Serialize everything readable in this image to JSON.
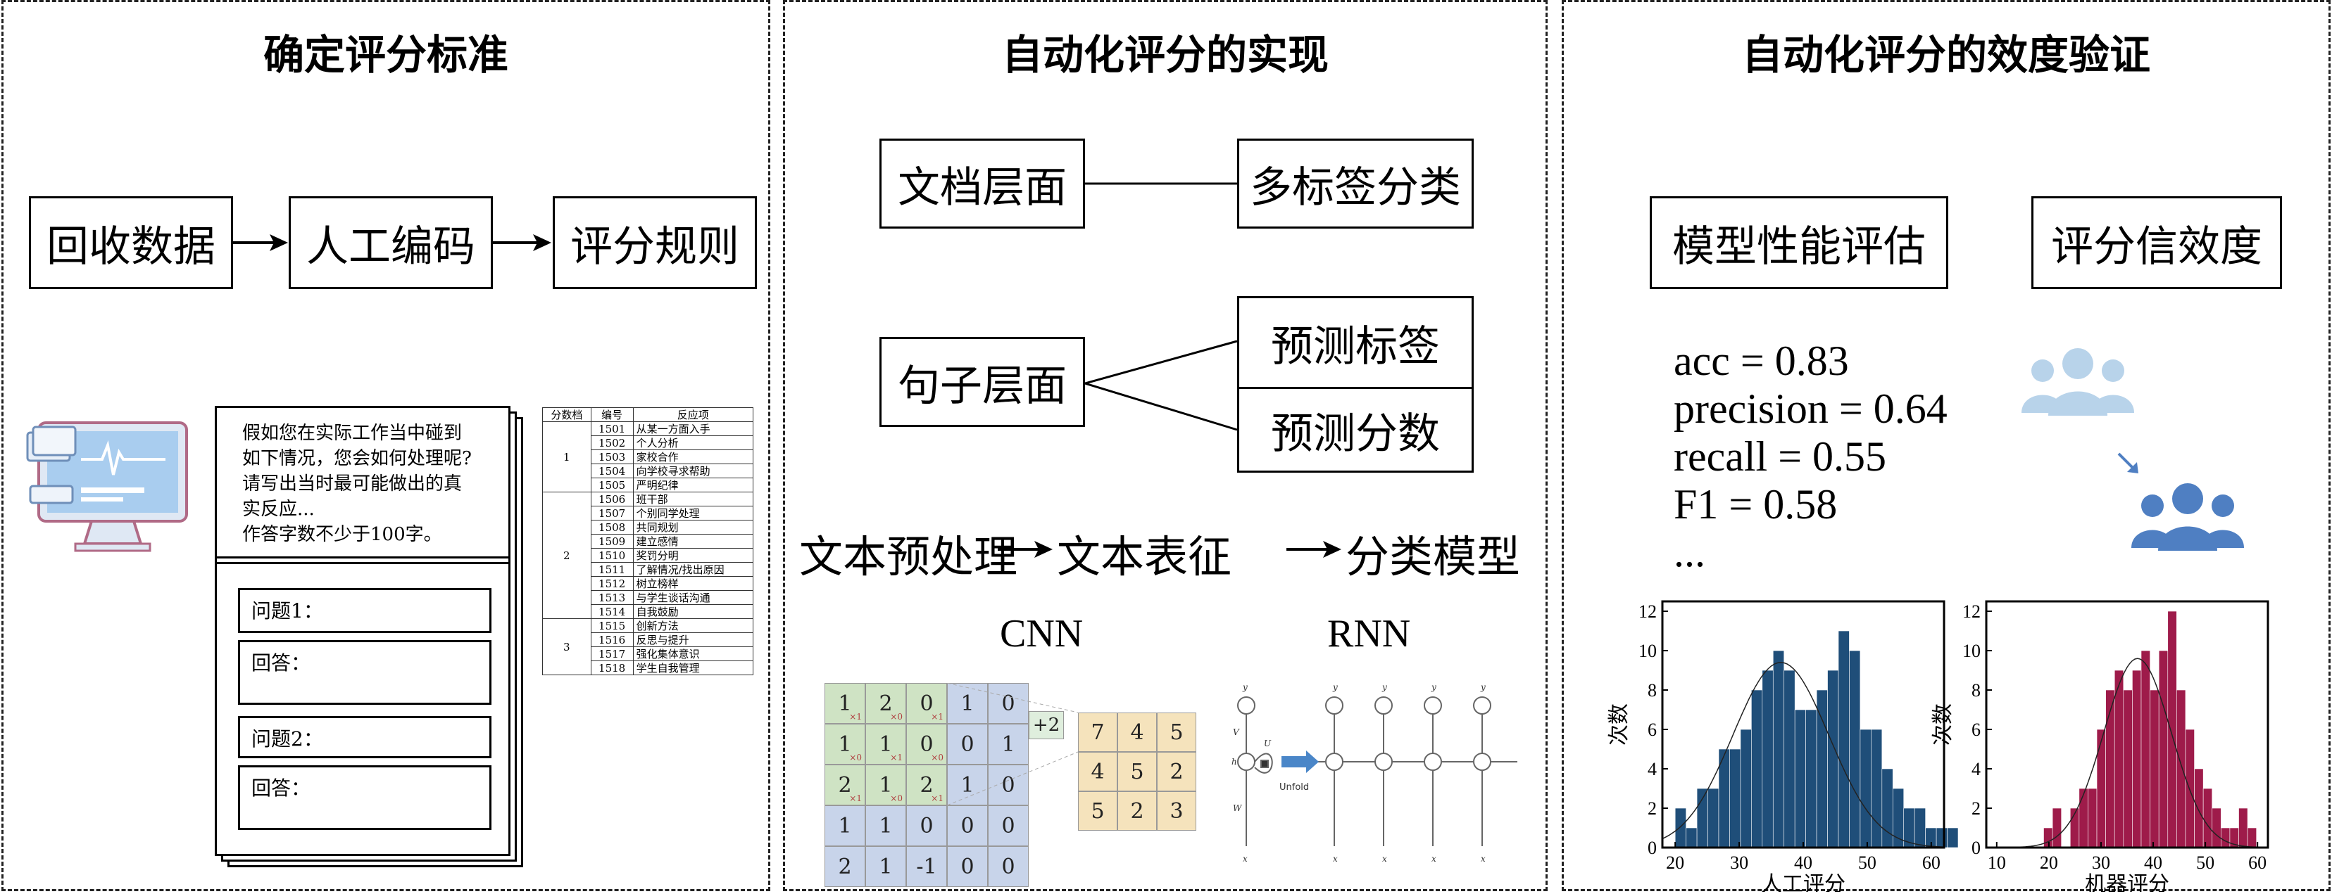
{
  "panels": [
    {
      "title": "确定评分标准",
      "flow": [
        "回收数据",
        "人工编码",
        "评分规则"
      ],
      "questionnaire": {
        "prompt_lines": [
          "假如您在实际工作当中碰到",
          "如下情况，您会如何处理呢?",
          "请写出当时最可能做出的真",
          "实反应...",
          "作答字数不少于100字。"
        ],
        "items": [
          {
            "question": "问题1：",
            "answer": "回答："
          },
          {
            "question": "问题2：",
            "answer": "回答："
          }
        ]
      },
      "code_table": {
        "headers": [
          "分数档",
          "编号",
          "反应项"
        ],
        "groups": [
          {
            "score": "1",
            "rows": [
              [
                "1501",
                "从某一方面入手"
              ],
              [
                "1502",
                "个人分析"
              ],
              [
                "1503",
                "家校合作"
              ],
              [
                "1504",
                "向学校寻求帮助"
              ],
              [
                "1505",
                "严明纪律"
              ]
            ]
          },
          {
            "score": "2",
            "rows": [
              [
                "1506",
                "班干部"
              ],
              [
                "1507",
                "个别同学处理"
              ],
              [
                "1508",
                "共同规划"
              ],
              [
                "1509",
                "建立感情"
              ],
              [
                "1510",
                "奖罚分明"
              ],
              [
                "1511",
                "了解情况/找出原因"
              ],
              [
                "1512",
                "树立榜样"
              ],
              [
                "1513",
                "与学生谈话沟通"
              ],
              [
                "1514",
                "自我鼓励"
              ]
            ]
          },
          {
            "score": "3",
            "rows": [
              [
                "1515",
                "创新方法"
              ],
              [
                "1516",
                "反思与提升"
              ],
              [
                "1517",
                "强化集体意识"
              ],
              [
                "1518",
                "学生自我管理"
              ]
            ]
          }
        ]
      }
    },
    {
      "title": "自动化评分的实现",
      "doc_level": "文档层面",
      "multilabel": "多标签分类",
      "sentence_level": "句子层面",
      "predict_label": "预测标签",
      "predict_score": "预测分数",
      "pipeline": [
        "文本预处理",
        "文本表征",
        "分类模型"
      ],
      "cnn_label": "CNN",
      "rnn_label": "RNN",
      "cnn_input": [
        [
          "1",
          "2",
          "0",
          "1",
          "0"
        ],
        [
          "1",
          "1",
          "0",
          "0",
          "1"
        ],
        [
          "2",
          "1",
          "2",
          "1",
          "0"
        ],
        [
          "1",
          "1",
          "0",
          "0",
          "0"
        ],
        [
          "2",
          "1",
          "-1",
          "0",
          "0"
        ]
      ],
      "cnn_kernel_subscripts": [
        [
          "×1",
          "×0",
          "×1"
        ],
        [
          "×0",
          "×1",
          "×0"
        ],
        [
          "×1",
          "×0",
          "×1"
        ]
      ],
      "cnn_bias": "+2",
      "cnn_output": [
        [
          "7",
          "4",
          "5"
        ],
        [
          "4",
          "5",
          "2"
        ],
        [
          "5",
          "2",
          "3"
        ]
      ],
      "rnn_unfold": "Unfold"
    },
    {
      "title": "自动化评分的效度验证",
      "eval_box": "模型性能评估",
      "validity_box": "评分信效度",
      "metrics": [
        "acc = 0.83",
        "precision = 0.64",
        "recall = 0.55",
        "F1 = 0.58",
        "..."
      ]
    }
  ],
  "chart_data": [
    {
      "type": "bar",
      "title": "",
      "xlabel": "人工评分",
      "ylabel": "次数",
      "color": "#1f4e79",
      "xlim": [
        18,
        62
      ],
      "ylim": [
        0,
        12.5
      ],
      "xticks": [
        "20",
        "30",
        "40",
        "50",
        "60"
      ],
      "yticks": [
        "0",
        "2",
        "4",
        "6",
        "8",
        "10",
        "12"
      ],
      "bin_width": 1.7,
      "bins_start": 20,
      "values": [
        2,
        1,
        3,
        3,
        5,
        5,
        6,
        8,
        9,
        10,
        9,
        7,
        7,
        8,
        9,
        11,
        10,
        6,
        6,
        4,
        3,
        2,
        2,
        1,
        1,
        1
      ],
      "fit_curve": {
        "mean": 36.5,
        "sd": 7.5,
        "peak": 9.4
      }
    },
    {
      "type": "bar",
      "title": "",
      "xlabel": "机器评分",
      "ylabel": "次数",
      "color": "#9e1b4a",
      "xlim": [
        8,
        62
      ],
      "ylim": [
        0,
        12.5
      ],
      "xticks": [
        "10",
        "20",
        "30",
        "40",
        "50",
        "60"
      ],
      "yticks": [
        "0",
        "2",
        "4",
        "6",
        "8",
        "10",
        "12"
      ],
      "bin_width": 1.7,
      "bins_start": 19,
      "values": [
        1,
        2,
        0,
        2,
        3,
        3,
        6,
        8,
        9,
        8,
        9,
        10,
        8,
        10,
        12,
        8,
        6,
        4,
        3,
        2,
        1,
        1,
        2,
        1
      ],
      "fit_curve": {
        "mean": 37,
        "sd": 6.5,
        "peak": 9.6
      }
    }
  ],
  "colors": {
    "cnn_green": "#cfe3c4",
    "cnn_blue": "#c8d4ea",
    "cnn_output": "#f5e3bc",
    "people_light": "#b8d3ea",
    "people_dark": "#4f7fc2"
  }
}
